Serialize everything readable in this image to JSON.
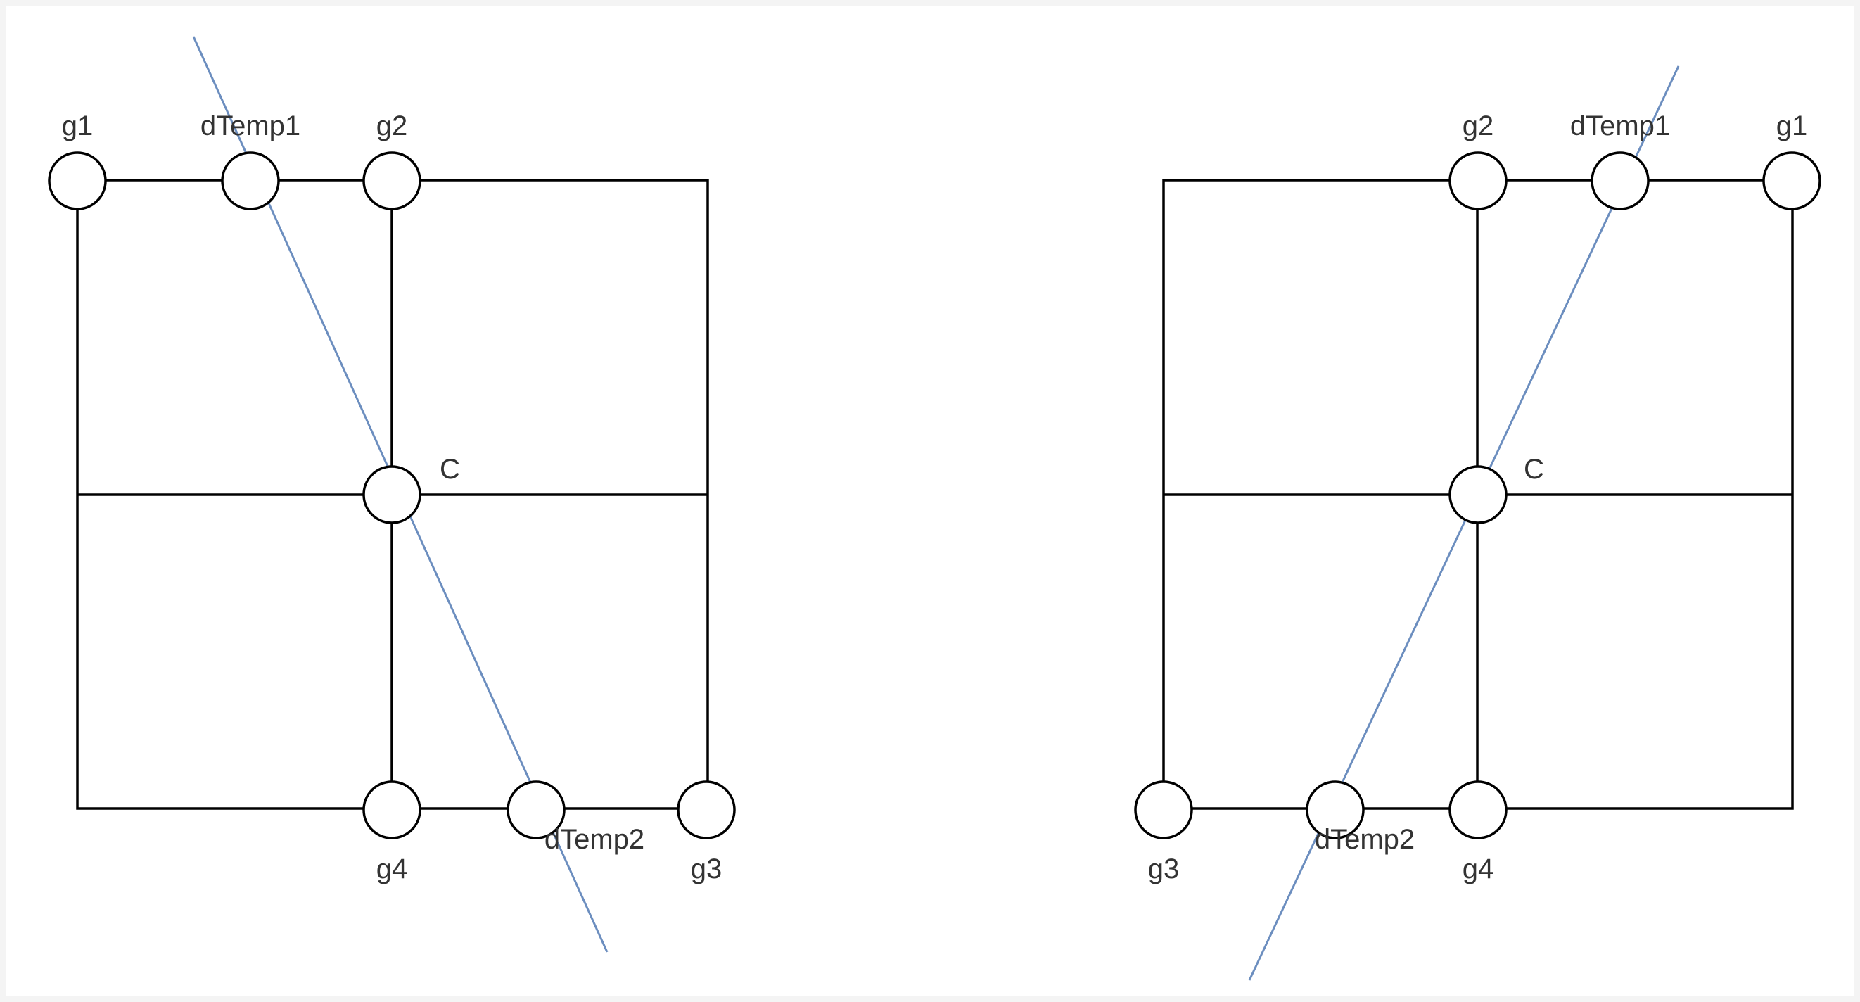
{
  "colors": {
    "background": "#ffffff",
    "frame": "#f4f4f4",
    "grid_line": "#000000",
    "diagonal_line": "#6c8ebf",
    "node_fill": "#ffffff",
    "node_stroke": "#000000",
    "label_text": "#333333"
  },
  "left_diagram": {
    "labels": {
      "g1": "g1",
      "dtemp1": "dTemp1",
      "g2": "g2",
      "c": "C",
      "g4": "g4",
      "dtemp2": "dTemp2",
      "g3": "g3"
    }
  },
  "right_diagram": {
    "labels": {
      "g2": "g2",
      "dtemp1": "dTemp1",
      "g1": "g1",
      "c": "C",
      "g3": "g3",
      "dtemp2": "dTemp2",
      "g4": "g4"
    }
  }
}
